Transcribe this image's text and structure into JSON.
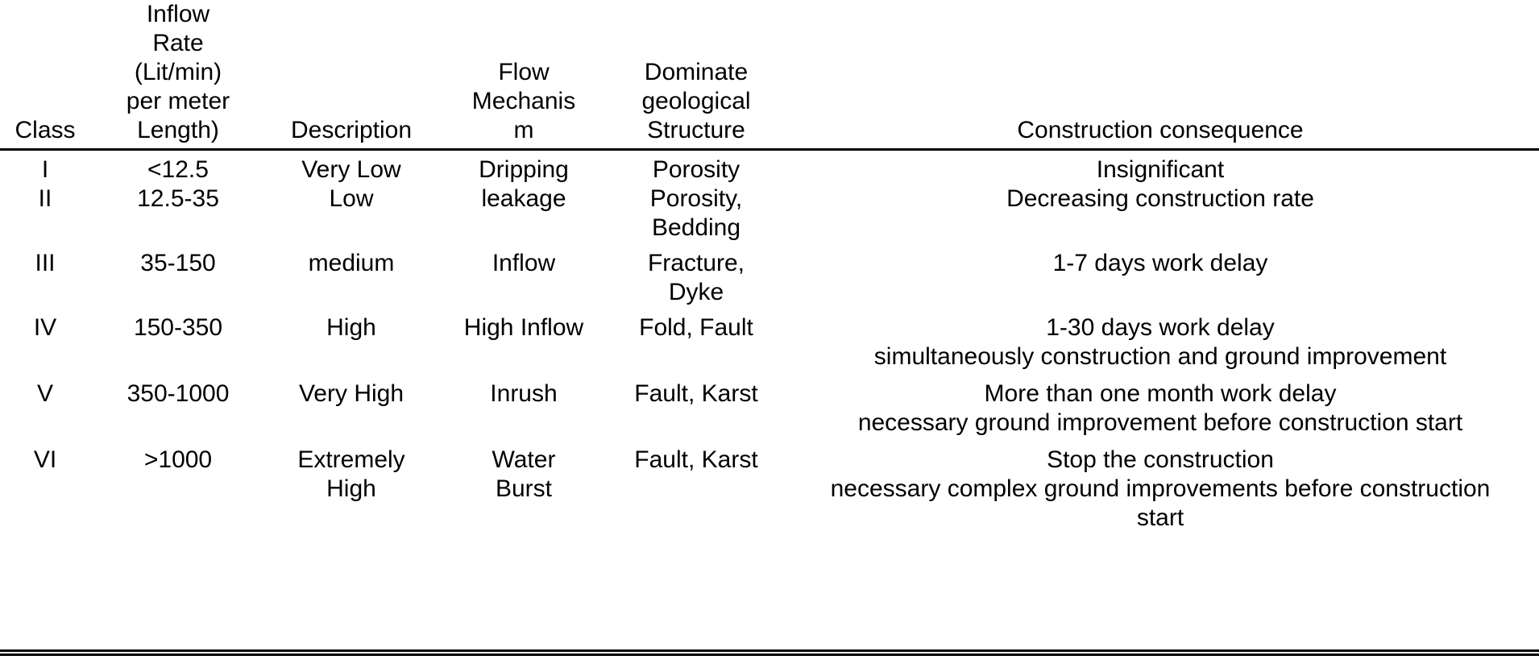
{
  "table": {
    "caption": "",
    "columns": [
      {
        "key": "class",
        "header": "Class"
      },
      {
        "key": "inflow_rate",
        "header": "Inflow\nRate\n(Lit/min)\nper meter\nLength)"
      },
      {
        "key": "description",
        "header": "Description"
      },
      {
        "key": "flow_mech",
        "header": "Flow\nMechanis\nm"
      },
      {
        "key": "geology",
        "header": "Dominate\ngeological\nStructure"
      },
      {
        "key": "consequence",
        "header": "Construction consequence"
      }
    ],
    "rows": [
      {
        "class": "I",
        "inflow_rate": "<12.5",
        "description": "Very Low",
        "flow_mech": "Dripping",
        "geology": "Porosity",
        "consequence": "Insignificant"
      },
      {
        "class": "II",
        "inflow_rate": "12.5-35",
        "description": "Low",
        "flow_mech": "leakage",
        "geology": "Porosity,\nBedding",
        "consequence": "Decreasing construction rate"
      },
      {
        "class": "III",
        "inflow_rate": "35-150",
        "description": "medium",
        "flow_mech": "Inflow",
        "geology": "Fracture,\nDyke",
        "consequence": "1-7 days work delay"
      },
      {
        "class": "IV",
        "inflow_rate": "150-350",
        "description": "High",
        "flow_mech": "High Inflow",
        "geology": "Fold, Fault",
        "consequence": "1-30 days work delay\nsimultaneously construction and ground improvement"
      },
      {
        "class": "V",
        "inflow_rate": "350-1000",
        "description": "Very High",
        "flow_mech": "Inrush",
        "geology": "Fault, Karst",
        "consequence": "More than one month work delay\nnecessary ground improvement  before construction start"
      },
      {
        "class": "VI",
        "inflow_rate": ">1000",
        "description": "Extremely\nHigh",
        "flow_mech": "Water\nBurst",
        "geology": "Fault, Karst",
        "consequence": "Stop the construction\nnecessary complex ground improvements before construction start"
      }
    ]
  },
  "style": {
    "text_color": "#000000",
    "background_color": "#ffffff",
    "rule_color": "#000000"
  }
}
